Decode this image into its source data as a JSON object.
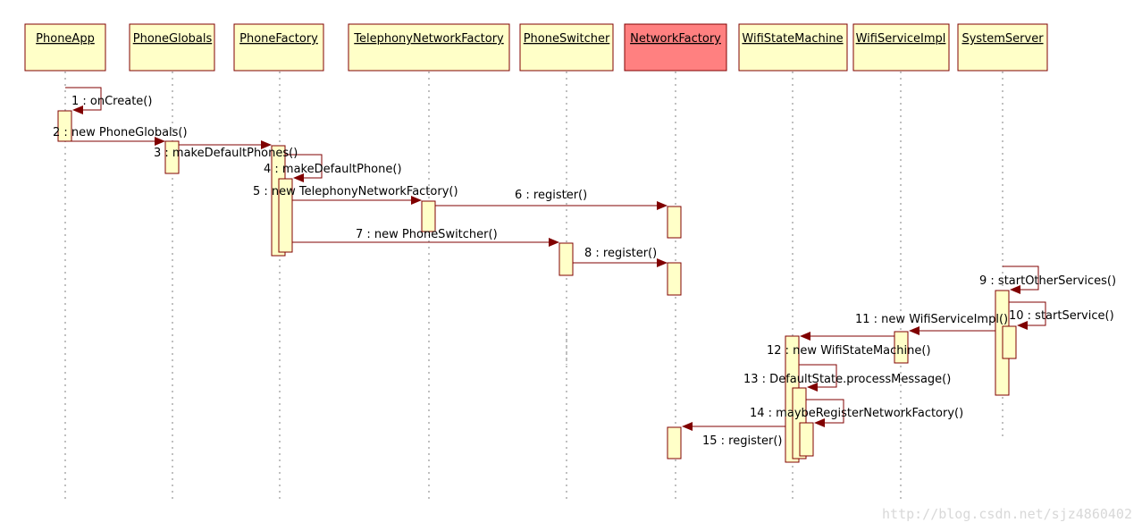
{
  "colors": {
    "participant_fill": "#ffffc8",
    "highlight_fill": "#ff8080",
    "border": "#800000",
    "message": "#800000",
    "lifeline": "#808080",
    "text": "#000000"
  },
  "participants": [
    {
      "id": "phoneapp",
      "label": "PhoneApp"
    },
    {
      "id": "phoneglobals",
      "label": "PhoneGlobals"
    },
    {
      "id": "phonefactory",
      "label": "PhoneFactory"
    },
    {
      "id": "telephonynetworkfactory",
      "label": "TelephonyNetworkFactory"
    },
    {
      "id": "phoneswitcher",
      "label": "PhoneSwitcher"
    },
    {
      "id": "networkfactory",
      "label": "NetworkFactory",
      "highlighted": true
    },
    {
      "id": "wifistatemachine",
      "label": "WifiStateMachine"
    },
    {
      "id": "wifiserviceimpl",
      "label": "WifiServiceImpl"
    },
    {
      "id": "systemserver",
      "label": "SystemServer"
    }
  ],
  "messages": [
    {
      "id": "m1",
      "label": "1 : onCreate()",
      "from": "phoneapp",
      "to": "phoneapp"
    },
    {
      "id": "m2",
      "label": "2 : new PhoneGlobals()",
      "from": "phoneapp",
      "to": "phoneglobals"
    },
    {
      "id": "m3",
      "label": "3 : makeDefaultPhones()",
      "from": "phoneglobals",
      "to": "phonefactory"
    },
    {
      "id": "m4",
      "label": "4 : makeDefaultPhone()",
      "from": "phonefactory",
      "to": "phonefactory"
    },
    {
      "id": "m5",
      "label": "5 : new TelephonyNetworkFactory()",
      "from": "phonefactory",
      "to": "telephonynetworkfactory"
    },
    {
      "id": "m6",
      "label": "6 : register()",
      "from": "telephonynetworkfactory",
      "to": "networkfactory"
    },
    {
      "id": "m7",
      "label": "7 : new PhoneSwitcher()",
      "from": "phonefactory",
      "to": "phoneswitcher"
    },
    {
      "id": "m8",
      "label": "8 : register()",
      "from": "phoneswitcher",
      "to": "networkfactory"
    },
    {
      "id": "m9",
      "label": "9 : startOtherServices()",
      "from": "systemserver",
      "to": "systemserver"
    },
    {
      "id": "m10",
      "label": "10 : startService()",
      "from": "systemserver",
      "to": "systemserver"
    },
    {
      "id": "m11",
      "label": "11 : new WifiServiceImpl()",
      "from": "systemserver",
      "to": "wifiserviceimpl"
    },
    {
      "id": "m12",
      "label": "12 : new WifiStateMachine()",
      "from": "wifiserviceimpl",
      "to": "wifistatemachine"
    },
    {
      "id": "m13",
      "label": "13 : DefaultState.processMessage()",
      "from": "wifistatemachine",
      "to": "wifistatemachine"
    },
    {
      "id": "m14",
      "label": "14 : maybeRegisterNetworkFactory()",
      "from": "wifistatemachine",
      "to": "wifistatemachine"
    },
    {
      "id": "m15",
      "label": "15 : register()",
      "from": "wifistatemachine",
      "to": "networkfactory"
    }
  ],
  "watermark": "http://blog.csdn.net/sjz4860402"
}
